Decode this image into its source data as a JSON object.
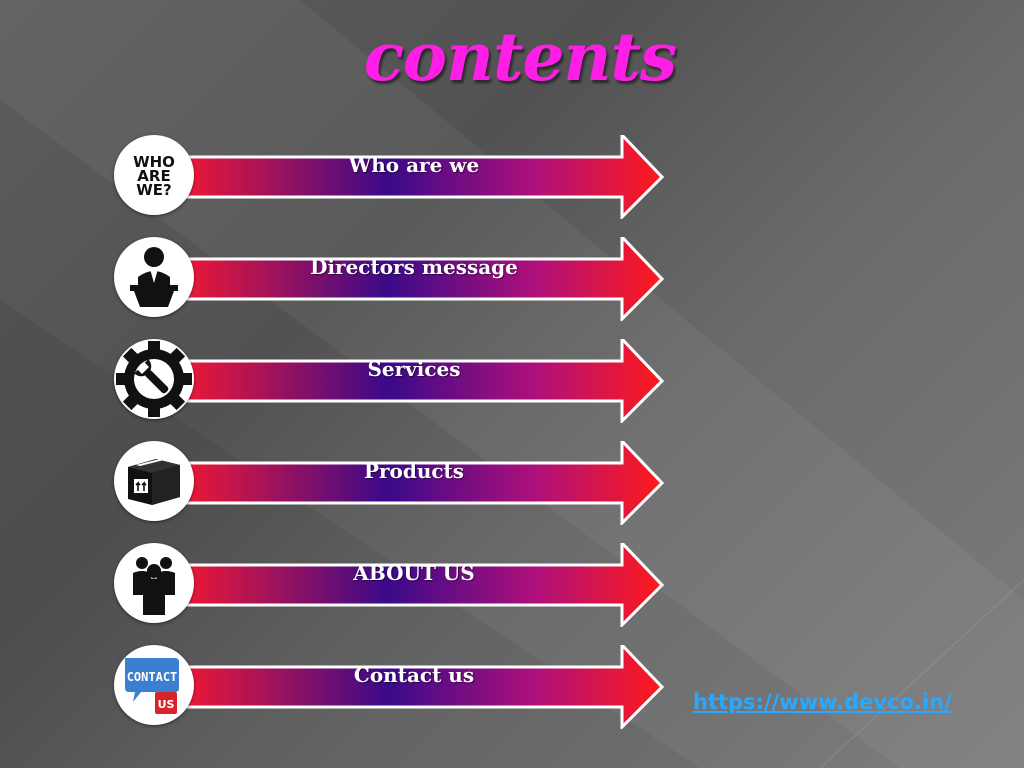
{
  "title": "contents",
  "menu": [
    {
      "label": "Who are we",
      "icon": "who-are-we-icon",
      "icon_text": [
        "WHO",
        "ARE",
        "WE?"
      ]
    },
    {
      "label": "Directors message",
      "icon": "speaker-podium-icon"
    },
    {
      "label": "Services",
      "icon": "gear-wrench-icon"
    },
    {
      "label": "Products",
      "icon": "package-box-icon"
    },
    {
      "label": "ABOUT US",
      "icon": "people-group-icon"
    },
    {
      "label": "Contact us",
      "icon": "contact-us-bubble-icon",
      "icon_text": [
        "CONTACT",
        "US"
      ]
    }
  ],
  "link": "https://www.devco.in/",
  "colors": {
    "title": "#ff1ee6",
    "arrow_start": "#ff1a2e",
    "arrow_mid": "#3a0a8a",
    "arrow_end": "#ff1a1a",
    "link": "#28a8ff"
  }
}
